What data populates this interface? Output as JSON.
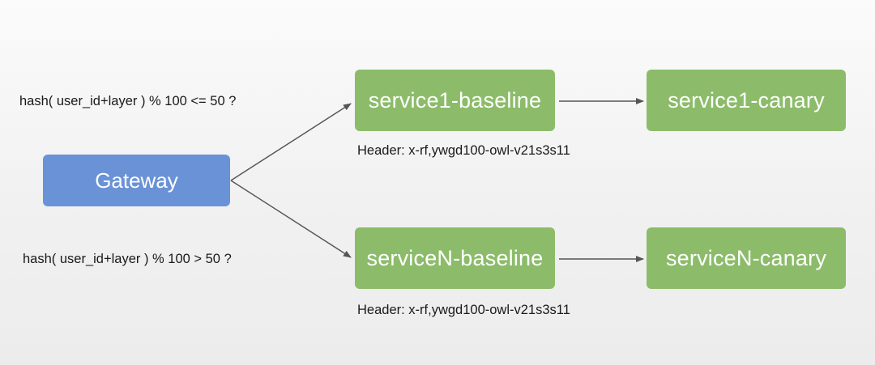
{
  "nodes": {
    "gateway": "Gateway",
    "service1_baseline": "service1-baseline",
    "service1_canary": "service1-canary",
    "serviceN_baseline": "serviceN-baseline",
    "serviceN_canary": "serviceN-canary"
  },
  "conditions": {
    "upper": "hash( user_id+layer ) % 100 <= 50 ?",
    "lower": "hash( user_id+layer ) % 100 > 50 ?"
  },
  "headers": {
    "service1": "Header: x-rf,ywgd100-owl-v21s3s11",
    "serviceN": "Header: x-rf,ywgd100-owl-v21s3s11"
  },
  "colors": {
    "gateway": "#6a92d6",
    "service": "#8cbc6a",
    "edge": "#555555"
  }
}
